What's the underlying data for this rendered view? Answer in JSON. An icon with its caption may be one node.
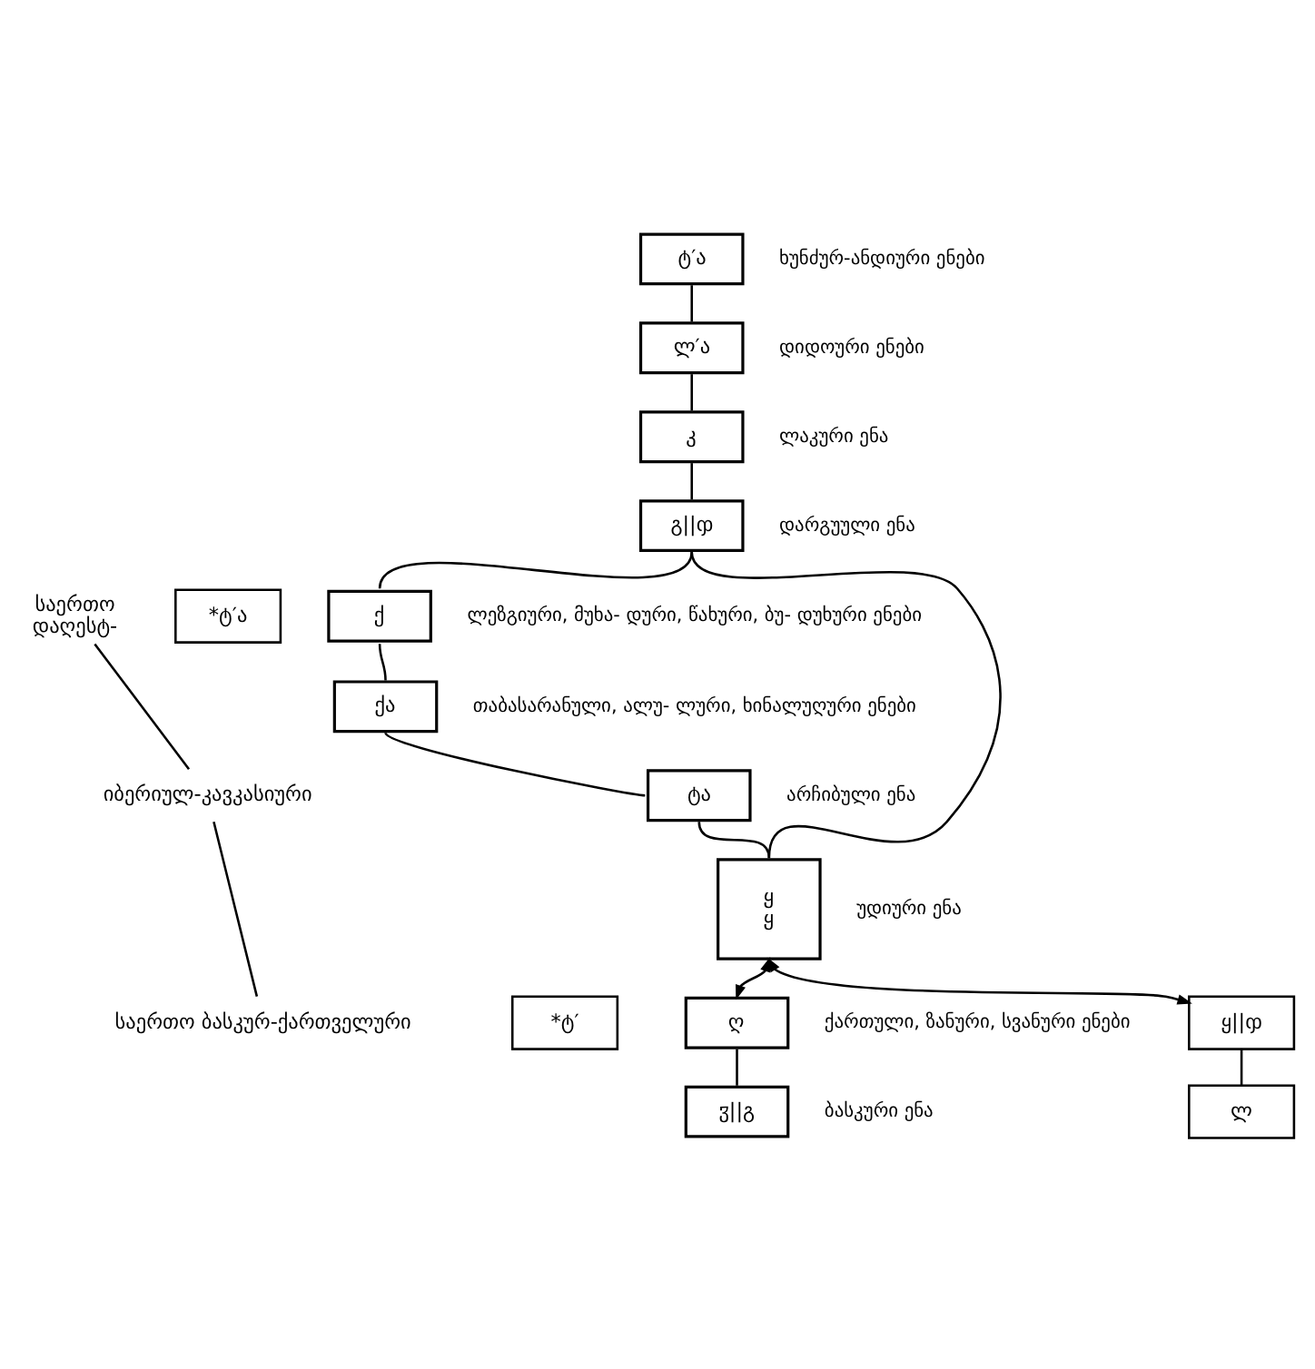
{
  "diagram": {
    "nodes": [
      {
        "text": [
          "იბერიულ-კავკასიური"
        ]
      },
      {
        "text": [
          "საერთო",
          "დაღესტ-"
        ]
      },
      {
        "text": [
          "საერთო ბასკურ-ქართველური"
        ]
      },
      {
        "text": [
          "*ტ′ა"
        ]
      },
      {
        "text": [
          "ტ′ა"
        ],
        "beside": [
          "ხუნძურ-ანდიური ენები"
        ]
      },
      {
        "text": [
          "ლ′ა"
        ],
        "beside": [
          "დიდოური ენები"
        ]
      },
      {
        "text": [
          "კ"
        ],
        "beside": [
          "ლაკური ენა"
        ]
      },
      {
        "text": [
          "გ||ჶ"
        ],
        "beside": [
          "დარგუული ენა"
        ]
      },
      {
        "text": [
          "ქ"
        ],
        "beside": [
          "ლეზგიური, მუხა- დური, წახური, ბუ- დუხური ენები"
        ]
      },
      {
        "text": [
          "ქა"
        ],
        "beside": [
          "თაბასარანული, ალუ- ლური, ხინალუღური ენები"
        ]
      },
      {
        "text": [
          "ტა"
        ],
        "beside": [
          "არჩიბული ენა"
        ]
      },
      {
        "text": [
          "ყ",
          "ყ"
        ],
        "beside": [
          "უდიური ენა"
        ]
      },
      {
        "text": [
          "*ტ′"
        ]
      },
      {
        "text": [
          "ღ"
        ],
        "beside": [
          "ქართული, ზანური, სვანური ენები"
        ]
      },
      {
        "text": [
          "ყ||ჶ"
        ]
      },
      {
        "text": [
          "ჳ||გ"
        ],
        "beside": [
          "ბასკური ენა"
        ]
      },
      {
        "text": [
          "ლ"
        ]
      }
    ],
    "edges": [
      {
        "from": 0,
        "to": 1,
        "arrow": "none"
      },
      {
        "from": 0,
        "to": 2,
        "arrow": "none"
      },
      {
        "from": 4,
        "to": 5,
        "arrow": "none"
      },
      {
        "from": 5,
        "to": 6,
        "arrow": "none"
      },
      {
        "from": 6,
        "to": 7,
        "arrow": "none"
      },
      {
        "from": 7,
        "to": 8,
        "arrow": "none"
      },
      {
        "from": 7,
        "to": 11,
        "arrow": "none"
      },
      {
        "from": 8,
        "to": 9,
        "arrow": "none"
      },
      {
        "from": 9,
        "to": 10,
        "arrow": "none"
      },
      {
        "from": 10,
        "to": 11,
        "arrow": "none"
      },
      {
        "from": 11,
        "to": 13,
        "arrow": "both"
      },
      {
        "from": 11,
        "to": 14,
        "arrow": "both"
      },
      {
        "from": 13,
        "to": 15,
        "arrow": "none"
      },
      {
        "from": 14,
        "to": 16,
        "arrow": "none"
      }
    ]
  }
}
